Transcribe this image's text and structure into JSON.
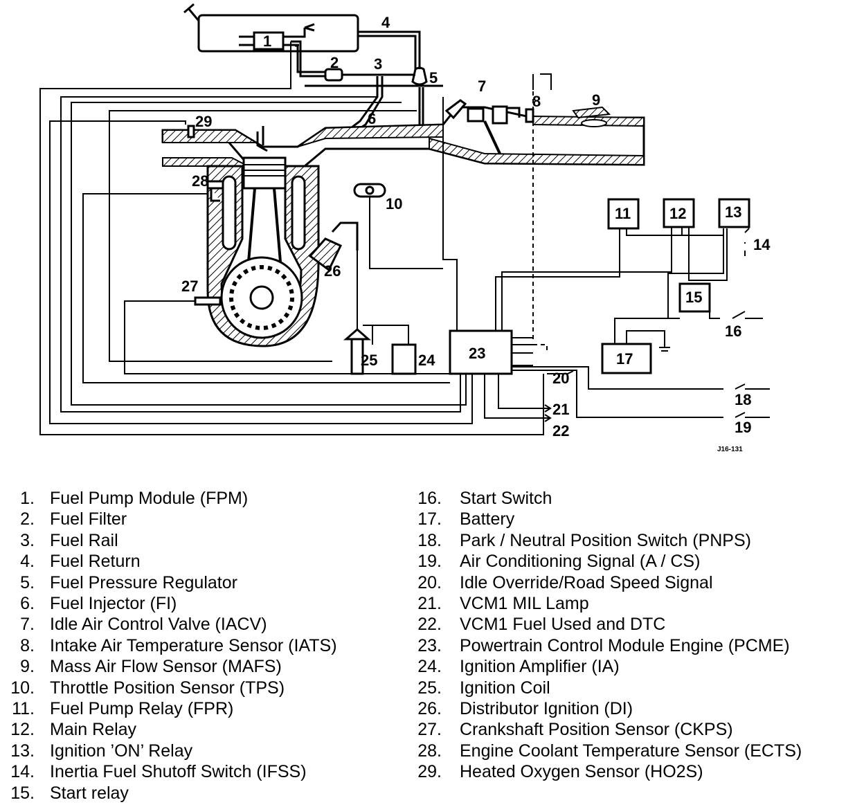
{
  "figure_code": "J16-131",
  "callouts": [
    "1",
    "2",
    "3",
    "4",
    "5",
    "6",
    "7",
    "8",
    "9",
    "10",
    "11",
    "12",
    "13",
    "14",
    "15",
    "16",
    "17",
    "18",
    "19",
    "20",
    "21",
    "22",
    "23",
    "24",
    "25",
    "26",
    "27",
    "28",
    "29"
  ],
  "legend_left": [
    {
      "num": "1.",
      "label": "Fuel Pump Module (FPM)"
    },
    {
      "num": "2.",
      "label": "Fuel Filter"
    },
    {
      "num": "3.",
      "label": "Fuel Rail"
    },
    {
      "num": "4.",
      "label": "Fuel Return"
    },
    {
      "num": "5.",
      "label": "Fuel Pressure Regulator"
    },
    {
      "num": "6.",
      "label": "Fuel Injector (FI)"
    },
    {
      "num": "7.",
      "label": "Idle Air Control Valve (IACV)"
    },
    {
      "num": "8.",
      "label": "Intake Air Temperature Sensor (IATS)"
    },
    {
      "num": "9.",
      "label": "Mass Air Flow Sensor (MAFS)"
    },
    {
      "num": "10.",
      "label": "Throttle Position Sensor (TPS)"
    },
    {
      "num": "11.",
      "label": "Fuel Pump Relay (FPR)"
    },
    {
      "num": "12.",
      "label": "Main Relay"
    },
    {
      "num": "13.",
      "label": "Ignition ’ON’ Relay"
    },
    {
      "num": "14.",
      "label": "Inertia Fuel Shutoff Switch (IFSS)"
    },
    {
      "num": "15.",
      "label": "Start relay"
    }
  ],
  "legend_right": [
    {
      "num": "16.",
      "label": "Start Switch"
    },
    {
      "num": "17.",
      "label": "Battery"
    },
    {
      "num": "18.",
      "label": "Park / Neutral Position Switch (PNPS)"
    },
    {
      "num": "19.",
      "label": "Air Conditioning Signal (A / CS)"
    },
    {
      "num": "20.",
      "label": "Idle Override/Road Speed Signal"
    },
    {
      "num": "21.",
      "label": "VCM1 MIL Lamp"
    },
    {
      "num": "22.",
      "label": "VCM1 Fuel Used and DTC"
    },
    {
      "num": "23.",
      "label": "Powertrain Control Module Engine (PCME)"
    },
    {
      "num": "24.",
      "label": "Ignition Amplifier (IA)"
    },
    {
      "num": "25.",
      "label": "Ignition Coil"
    },
    {
      "num": "26.",
      "label": "Distributor Ignition (DI)"
    },
    {
      "num": "27.",
      "label": "Crankshaft Position Sensor (CKPS)"
    },
    {
      "num": "28.",
      "label": "Engine Coolant Temperature Sensor (ECTS)"
    },
    {
      "num": "29.",
      "label": "Heated Oxygen Sensor (HO2S)"
    }
  ]
}
